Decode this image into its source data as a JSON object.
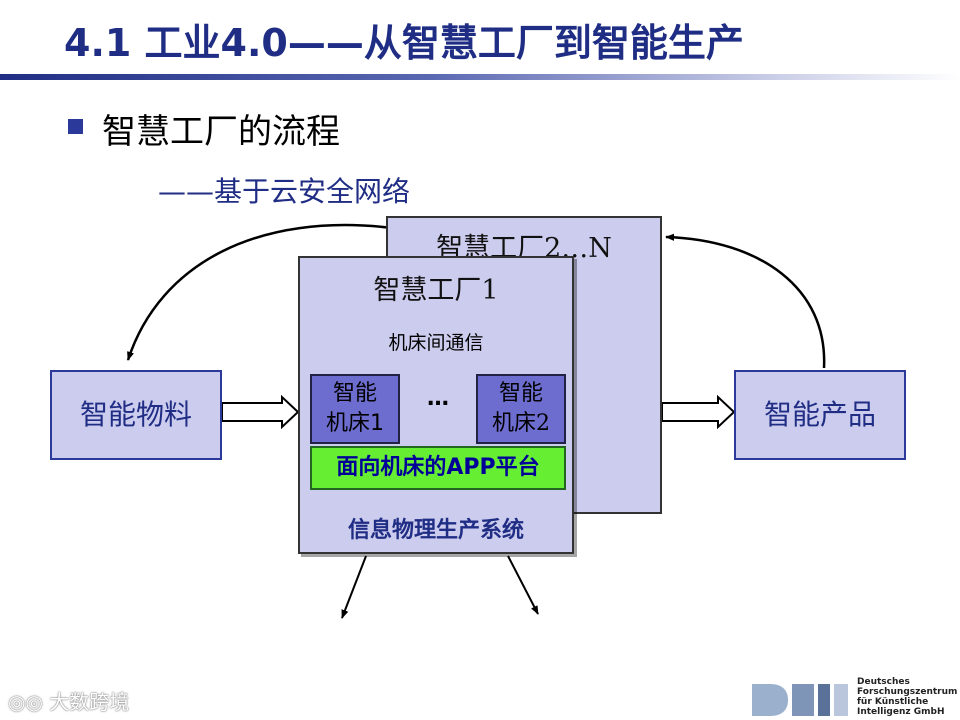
{
  "slide": {
    "title": "4.1 工业4.0——从智慧工厂到智能生产",
    "bullet": "智慧工厂的流程",
    "subtitle": "——基于云安全网络"
  },
  "diagram": {
    "factory_back_title": "智慧工厂2…N",
    "factory_front_title": "智慧工厂1",
    "communication_label": "机床间通信",
    "machine1": {
      "line1": "智能",
      "line2": "机床1"
    },
    "machine2": {
      "line1": "智能",
      "line2": "机床2"
    },
    "machines_ellipsis": "…",
    "app_platform": "面向机床的APP平台",
    "cps_label": "信息物理生产系统",
    "input_label": "智能物料",
    "output_label": "智能产品"
  },
  "footer": {
    "watermark": "大数跨境",
    "dfki_text": [
      "Deutsches",
      "Forschungszentrum",
      "für Künstliche",
      "Intelligenz GmbH"
    ]
  },
  "colors": {
    "title": "#1f2d84",
    "box_fill": "#ccccee",
    "machine_fill": "#6d6dd0",
    "app_fill": "#66ee33"
  }
}
